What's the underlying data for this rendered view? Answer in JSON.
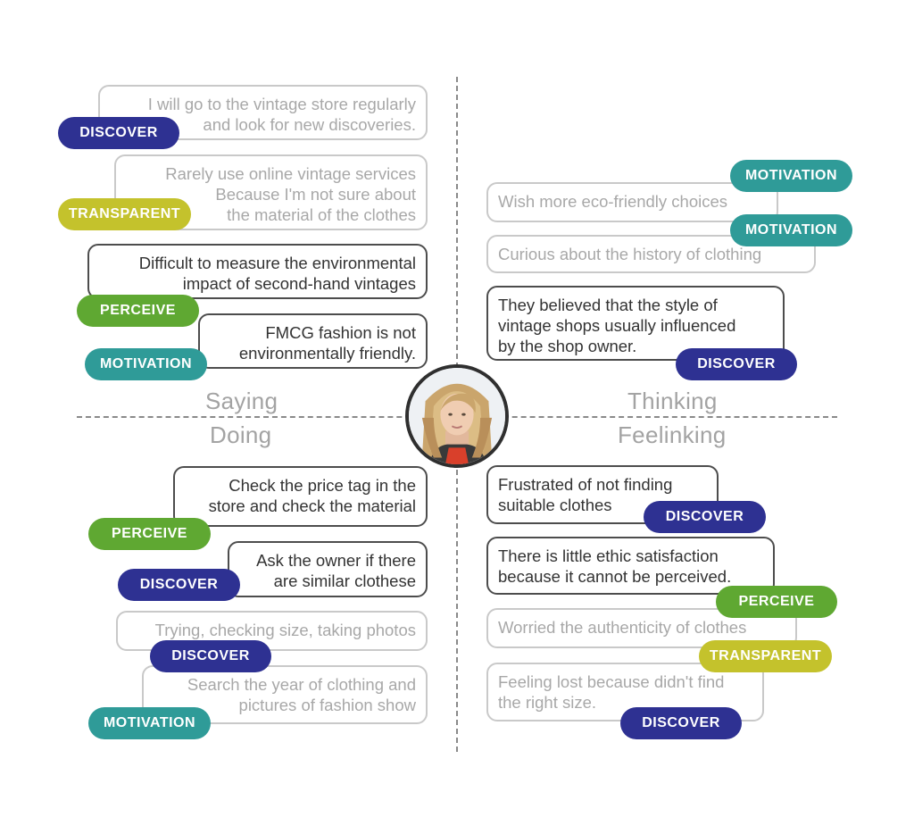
{
  "colors": {
    "discover": "#2e3192",
    "transparent": "#c4c22c",
    "perceive": "#5fa832",
    "motivation": "#2f9b98"
  },
  "quadrants": {
    "saying": "Saying",
    "thinking": "Thinking",
    "doing": "Doing",
    "feeling": "Feelinking"
  },
  "center": {
    "icon": "person-portrait-avatar"
  },
  "saying_cards": [
    {
      "lines": [
        "I will go to the vintage store regularly",
        "and look for new discoveries."
      ],
      "tag": "DISCOVER",
      "kind": "discover"
    },
    {
      "lines": [
        "Rarely use online vintage services",
        "Because I'm not sure about",
        "the material of the clothes"
      ],
      "tag": "TRANSPARENT",
      "kind": "transparent"
    },
    {
      "lines": [
        "Difficult to measure the environmental",
        "impact of second-hand vintages"
      ],
      "tag": "PERCEIVE",
      "kind": "perceive"
    },
    {
      "lines": [
        "FMCG fashion is not",
        "environmentally friendly."
      ],
      "tag": "MOTIVATION",
      "kind": "motivation"
    }
  ],
  "thinking_cards": [
    {
      "lines": [
        "Wish more eco-friendly choices"
      ],
      "tag": "MOTIVATION",
      "kind": "motivation"
    },
    {
      "lines": [
        "Curious about the history of clothing"
      ],
      "tag": "MOTIVATION",
      "kind": "motivation"
    },
    {
      "lines": [
        "They believed that the style of",
        "vintage shops usually influenced",
        "by the shop owner."
      ],
      "tag": "DISCOVER",
      "kind": "discover"
    }
  ],
  "doing_cards": [
    {
      "lines": [
        "Check the price tag in the",
        "store and check the material"
      ],
      "tag": "PERCEIVE",
      "kind": "perceive"
    },
    {
      "lines": [
        "Ask the owner if there",
        "are similar clothese"
      ],
      "tag": "DISCOVER",
      "kind": "discover"
    },
    {
      "lines": [
        "Trying, checking size, taking photos"
      ],
      "tag": "DISCOVER",
      "kind": "discover"
    },
    {
      "lines": [
        "Search the year of clothing and",
        "pictures of fashion show"
      ],
      "tag": "MOTIVATION",
      "kind": "motivation"
    }
  ],
  "feeling_cards": [
    {
      "lines": [
        "Frustrated of not finding",
        "suitable clothes"
      ],
      "tag": "DISCOVER",
      "kind": "discover"
    },
    {
      "lines": [
        "There is little ethic satisfaction",
        "because it cannot be perceived."
      ],
      "tag": "PERCEIVE",
      "kind": "perceive"
    },
    {
      "lines": [
        "Worried the authenticity of clothes"
      ],
      "tag": "TRANSPARENT",
      "kind": "transparent"
    },
    {
      "lines": [
        "Feeling lost because didn't find",
        "the right size."
      ],
      "tag": "DISCOVER",
      "kind": "discover"
    }
  ]
}
